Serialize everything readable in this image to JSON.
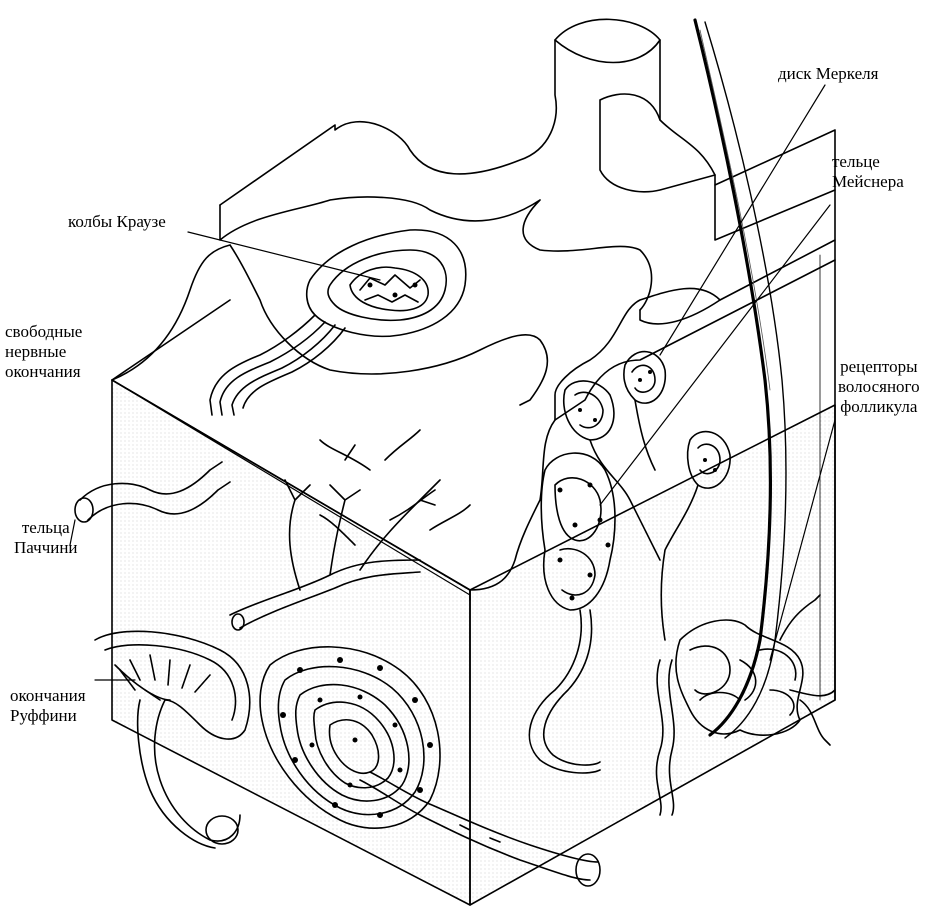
{
  "labels": {
    "krause": [
      "колбы Краузе"
    ],
    "free_endings": [
      "свободные",
      "нервные",
      "окончания"
    ],
    "pacini": [
      "тельца",
      "Паччини"
    ],
    "ruffini": [
      "окончания",
      "Руффини"
    ],
    "merkel": [
      "диск Меркеля"
    ],
    "meissner": [
      "тельце",
      "Мейснера"
    ],
    "hair_follicle": [
      "рецепторы",
      "волосяного",
      "фолликула"
    ]
  },
  "colors": {
    "ink": "#000000",
    "paper": "#ffffff",
    "shade": "#bdbdbd"
  }
}
